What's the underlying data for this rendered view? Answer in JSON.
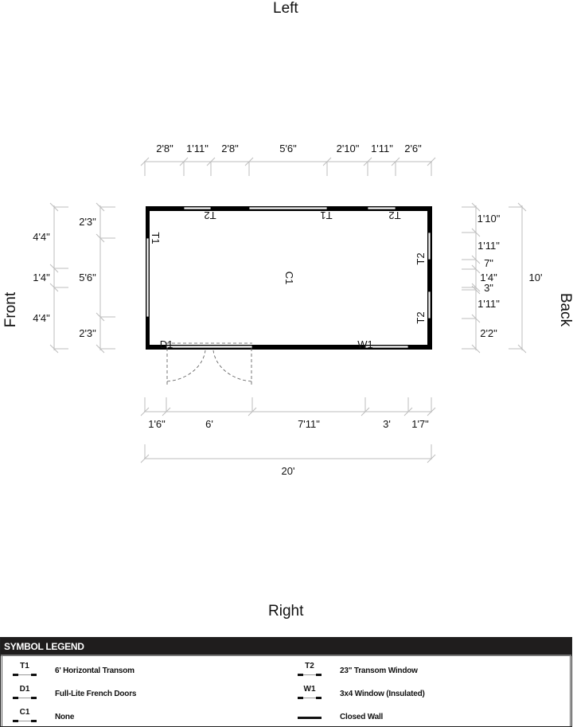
{
  "orientation": {
    "top": "Left",
    "bottom": "Right",
    "left": "Front",
    "right": "Back"
  },
  "dimensions": {
    "top": [
      "2'8\"",
      "1'11\"",
      "2'8\"",
      "5'6\"",
      "2'10\"",
      "1'11\"",
      "2'6\""
    ],
    "bottom_segments": [
      "1'6\"",
      "6'",
      "7'11\"",
      "3'",
      "1'7\""
    ],
    "bottom_total": "20'",
    "left_inner": [
      "2'3\"",
      "5'6\"",
      "2'3\""
    ],
    "left_outer": [
      "4'4\"",
      "1'4\"",
      "4'4\""
    ],
    "right_inner": [
      "1'10\"",
      "1'11\"",
      "7\"",
      "1'4\"",
      "3\"",
      "1'11\"",
      "2'2\""
    ],
    "right_total": "10'"
  },
  "openings": {
    "top_wall": [
      "T2",
      "T1",
      "T2"
    ],
    "front_wall": [
      "T1"
    ],
    "back_wall": [
      "T2",
      "T2"
    ],
    "right_wall": [
      "D1",
      "W1"
    ],
    "center_symbol": "C1"
  },
  "legend": {
    "title": "SYMBOL LEGEND",
    "items": [
      {
        "code": "T1",
        "label": "6' Horizontal Transom",
        "type": "opening"
      },
      {
        "code": "D1",
        "label": "Full-Lite French Doors",
        "type": "door"
      },
      {
        "code": "C1",
        "label": "None",
        "type": "opening"
      },
      {
        "code": "T2",
        "label": "23\" Transom Window",
        "type": "opening"
      },
      {
        "code": "W1",
        "label": "3x4 Window (Insulated)",
        "type": "opening"
      },
      {
        "code": "",
        "label": "Closed Wall",
        "type": "wall"
      }
    ]
  },
  "colors": {
    "wall": "#000000",
    "dimension_line": "#bbbbbb",
    "legend_header_bg": "#1f1d1d"
  }
}
